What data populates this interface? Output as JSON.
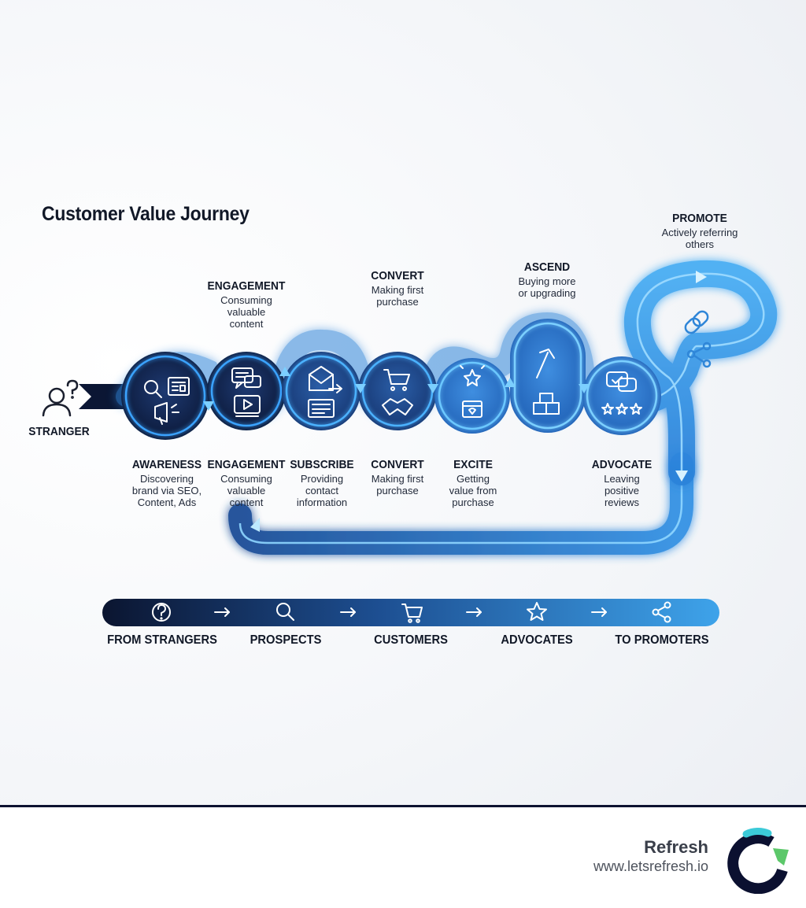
{
  "title": "Customer Value Journey",
  "stranger": "STRANGER",
  "stages_bottom": [
    {
      "name": "AWARENESS",
      "desc": [
        "Discovering",
        "brand via SEO,",
        "Content, Ads"
      ]
    },
    {
      "name": "ENGAGEMENT",
      "desc": [
        "Consuming",
        "valuable",
        "content"
      ]
    },
    {
      "name": "SUBSCRIBE",
      "desc": [
        "Providing",
        "contact",
        "information"
      ]
    },
    {
      "name": "CONVERT",
      "desc": [
        "Making first",
        "purchase"
      ]
    },
    {
      "name": "EXCITE",
      "desc": [
        "Getting",
        "value from",
        "purchase"
      ]
    },
    {
      "name": "ADVOCATE",
      "desc": [
        "Leaving",
        "positive",
        "reviews"
      ]
    }
  ],
  "stages_top": [
    {
      "name": "ENGAGEMENT",
      "desc": [
        "Consuming",
        "valuable",
        "content"
      ]
    },
    {
      "name": "CONVERT",
      "desc": [
        "Making first",
        "purchase"
      ]
    },
    {
      "name": "ASCEND",
      "desc": [
        "Buying more",
        "or upgrading"
      ]
    },
    {
      "name": "PROMOTE",
      "desc": [
        "Actively referring",
        "others"
      ]
    }
  ],
  "progress_bar": {
    "labels": [
      "FROM STRANGERS",
      "PROSPECTS",
      "CUSTOMERS",
      "ADVOCATES",
      "TO PROMOTERS"
    ],
    "icons": [
      "question-icon",
      "search-icon",
      "cart-icon",
      "star-icon",
      "share-icon"
    ],
    "gradient": [
      "#0b1530",
      "#3a9ee6"
    ]
  },
  "brand": {
    "name": "Refresh",
    "url": "www.letsrefresh.io"
  },
  "colors": {
    "dark_navy": "#0d1a3c",
    "glow_blue": "#39a8ff",
    "light_blue": "#6cc8ff"
  }
}
